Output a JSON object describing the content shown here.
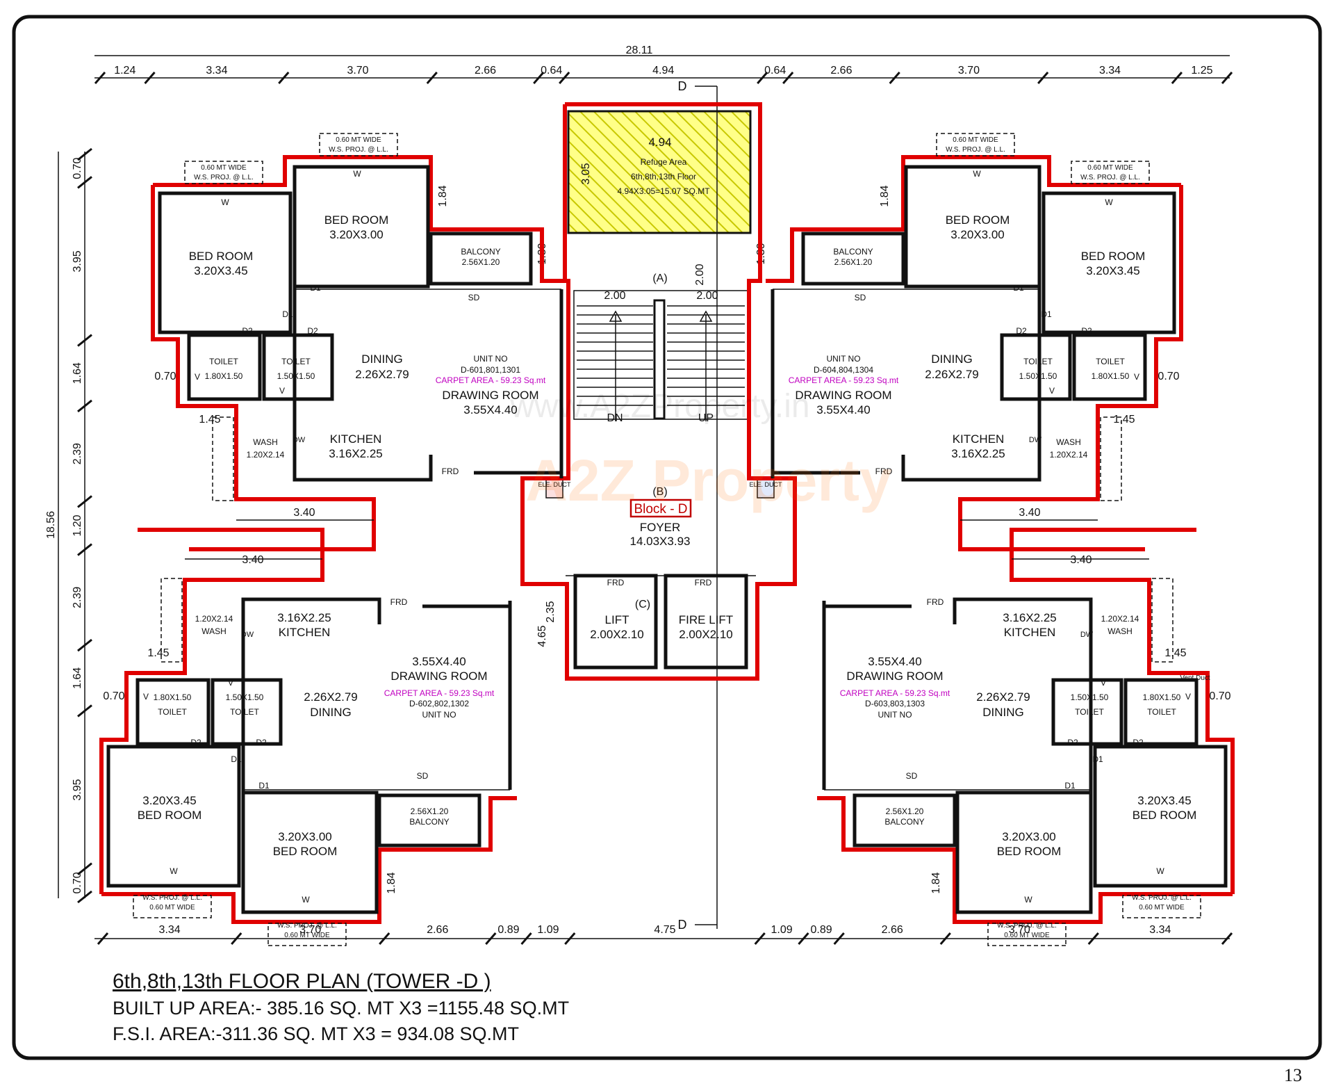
{
  "title": "6th,8th,13th FLOOR PLAN (TOWER -D )",
  "built_up_area": "BUILT UP AREA:- 385.16 SQ. MT X3 =1155.48 SQ.MT",
  "fsi_area": "F.S.I.    AREA:-311.36 SQ. MT X3 =  934.08 SQ.MT",
  "page_number": "13",
  "watermark": {
    "url": "www.A2ZProperty.in",
    "logo": "A2Z Property"
  },
  "core": {
    "refuge": {
      "dim": "4.94",
      "height": "3.05",
      "name": "Refuge Area",
      "floors": "6th,8th,13th Floor",
      "area": "4.94X3.05=15.07 SQ.MT"
    },
    "stair_label": "(A)",
    "stair_w1": "2.00",
    "stair_w2": "2.00",
    "stair_len": "2.00",
    "stair_h": "1.30",
    "stair_h2": "1.30",
    "dn": "DN",
    "up": "UP",
    "foyer_label": "(B)",
    "block_name": "Block - D",
    "foyer_name": "FOYER",
    "foyer_dim": "14.03X3.93",
    "ele_duct": "ELE. DUCT",
    "lift_label": "(C)",
    "frd": "FRD",
    "lift": "LIFT",
    "lift_dim": "2.00X2.10",
    "fire_lift": "FIRE LIFT",
    "fire_lift_dim": "2.00X2.10",
    "section": "D",
    "v_dim": "4.65",
    "v_dim2": "2.35"
  },
  "units": {
    "tl": {
      "unit_title": "UNIT NO",
      "unit_no": "D-601,801,1301",
      "carpet": "CARPET AREA - 59.23 Sq.mt",
      "bed1": "BED ROOM",
      "bed1_dim": "3.20X3.45",
      "bed2": "BED ROOM",
      "bed2_dim": "3.20X3.00",
      "balcony": "BALCONY",
      "balcony_dim": "2.56X1.20",
      "toilet1": "TOILET",
      "toilet1_dim": "1.80X1.50",
      "toilet2": "TOILET",
      "toilet2_dim": "1.50X1.50",
      "dining": "DINING",
      "dining_dim": "2.26X2.79",
      "drawing": "DRAWING ROOM",
      "drawing_dim": "3.55X4.40",
      "kitchen": "KITCHEN",
      "kitchen_dim": "3.16X2.25",
      "wash": "WASH",
      "wash_dim": "1.20X2.14",
      "proj1": "0.60 MT WIDE",
      "proj2": "W.S. PROJ. @ L.L."
    },
    "tr": {
      "unit_title": "UNIT NO",
      "unit_no": "D-604,804,1304",
      "carpet": "CARPET AREA - 59.23 Sq.mt",
      "bed1": "BED ROOM",
      "bed1_dim": "3.20X3.45",
      "bed2": "BED ROOM",
      "bed2_dim": "3.20X3.00",
      "balcony": "BALCONY",
      "balcony_dim": "2.56X1.20",
      "toilet1": "TOILET",
      "toilet1_dim": "1.80X1.50",
      "toilet2": "TOILET",
      "toilet2_dim": "1.50X1.50",
      "dining": "DINING",
      "dining_dim": "2.26X2.79",
      "drawing": "DRAWING ROOM",
      "drawing_dim": "3.55X4.40",
      "kitchen": "KITCHEN",
      "kitchen_dim": "3.16X2.25",
      "wash": "WASH",
      "wash_dim": "1.20X2.14",
      "proj1": "0.60 MT WIDE",
      "proj2": "W.S. PROJ. @ L.L."
    },
    "bl": {
      "unit_title": "UNIT NO",
      "unit_no": "D-602,802,1302",
      "carpet": "CARPET AREA - 59.23 Sq.mt",
      "bed1": "BED ROOM",
      "bed1_dim": "3.20X3.45",
      "bed2": "BED ROOM",
      "bed2_dim": "3.20X3.00",
      "balcony": "BALCONY",
      "balcony_dim": "2.56X1.20",
      "toilet1": "TOILET",
      "toilet1_dim": "1.80X1.50",
      "toilet2": "TOILET",
      "toilet2_dim": "1.50X1.50",
      "dining": "DINING",
      "dining_dim": "2.26X2.79",
      "drawing": "DRAWING ROOM",
      "drawing_dim": "3.55X4.40",
      "kitchen": "KITCHEN",
      "kitchen_dim": "3.16X2.25",
      "wash": "WASH",
      "wash_dim": "1.20X2.14",
      "proj1": "0.60 MT WIDE",
      "proj2": "W.S. PROJ. @ L.L."
    },
    "br": {
      "unit_title": "UNIT NO",
      "unit_no": "D-603,803,1303",
      "carpet": "CARPET AREA - 59.23 Sq.mt",
      "bed1": "BED ROOM",
      "bed1_dim": "3.20X3.45",
      "bed2": "BED ROOM",
      "bed2_dim": "3.20X3.00",
      "balcony": "BALCONY",
      "balcony_dim": "2.56X1.20",
      "toilet1": "TOILET",
      "toilet1_dim": "1.80X1.50",
      "toilet2": "TOILET",
      "toilet2_dim": "1.50X1.50",
      "dining": "DINING",
      "dining_dim": "2.26X2.79",
      "drawing": "DRAWING ROOM",
      "drawing_dim": "3.55X4.40",
      "kitchen": "KITCHEN",
      "kitchen_dim": "3.16X2.25",
      "wash": "WASH",
      "wash_dim": "1.20X2.14",
      "proj1": "0.60 MT WIDE",
      "proj2": "W.S. PROJ. @ L.L.",
      "vent": "Vent Duct"
    }
  },
  "labels": {
    "w": "W",
    "d1": "D1",
    "d2": "D2",
    "v": "V",
    "sd": "SD",
    "frd": "FRD",
    "dw": "DW"
  },
  "dims": {
    "total_top": "28.11",
    "top": [
      "1.24",
      "3.34",
      "3.70",
      "2.66",
      "0.64",
      "4.94",
      "0.64",
      "2.66",
      "3.70",
      "3.34",
      "1.25"
    ],
    "bottom": [
      "3.34",
      "3.70",
      "2.66",
      "0.89",
      "1.09",
      "4.75",
      "1.09",
      "0.89",
      "2.66",
      "3.70",
      "3.34"
    ],
    "left_total": "18.56",
    "left": [
      "0.70",
      "3.95",
      "1.64",
      "2.39",
      "1.20",
      "2.39",
      "1.64",
      "3.95",
      "0.70"
    ],
    "misc": {
      "d184": "1.84",
      "d070": "0.70",
      "d145": "1.45",
      "d340": "3.40"
    }
  }
}
